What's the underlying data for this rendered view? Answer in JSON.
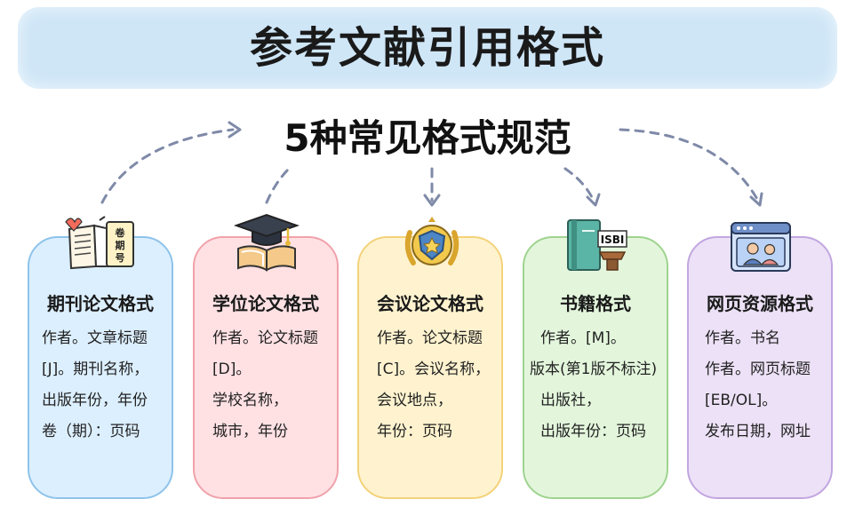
{
  "header": {
    "title": "参考文献引用格式",
    "subtitle": "5种常见格式规范"
  },
  "colors": {
    "banner": "#cfe6f7",
    "arrow": "#7f8aa8",
    "card_fills": [
      "#dcefff",
      "#ffe1e4",
      "#fff3cf",
      "#e3f6dc",
      "#ece1f6"
    ],
    "card_borders": [
      "#8ec3ea",
      "#f0a2aa",
      "#f3d27a",
      "#9fd38f",
      "#c2a6e0"
    ]
  },
  "cards": [
    {
      "title": "期刊论文格式",
      "icon": "journal-icon",
      "icon_text": [
        "卷",
        "期",
        "号"
      ],
      "lines": [
        "作者。文章标题",
        "[J]。期刊名称，",
        "出版年份，年份",
        "卷（期）：页码"
      ]
    },
    {
      "title": "学位论文格式",
      "icon": "graduation-cap-icon",
      "lines": [
        "作者。论文标题",
        "[D]。",
        "学校名称，",
        "城市，年份"
      ]
    },
    {
      "title": "会议论文格式",
      "icon": "award-badge-icon",
      "lines": [
        "作者。论文标题",
        "[C]。会议名称，",
        "会议地点，",
        "年份：页码"
      ]
    },
    {
      "title": "书籍格式",
      "icon": "book-isbn-icon",
      "icon_text": [
        "ISBI"
      ],
      "lines": [
        "作者。[M]。",
        "版本(第1版不标注)",
        "出版社，",
        "出版年份：页码"
      ]
    },
    {
      "title": "网页资源格式",
      "icon": "webpage-icon",
      "lines": [
        "作者。书名",
        "作者。网页标题",
        "[EB/OL]。",
        "发布日期，网址"
      ]
    }
  ]
}
